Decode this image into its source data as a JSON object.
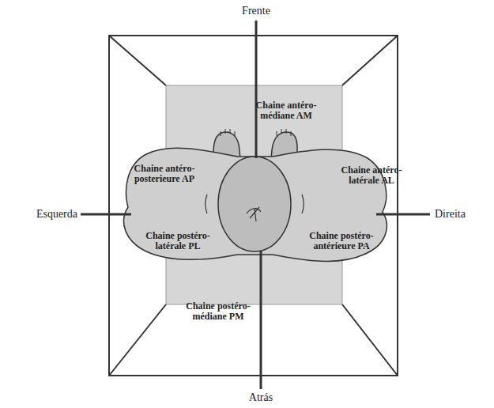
{
  "diagram": {
    "labels": [
      "Frente",
      "Esquerda",
      "Direita",
      "Atrás",
      "Chaine antéro-médiane AM",
      "Chaine antéro-posterieure AP",
      "Chaine antéro-latérale AL",
      "Chaine postéro-latérale PL",
      "Chaine postéro-antérieure PA",
      "Chaine postéro-médiane PM"
    ]
  }
}
